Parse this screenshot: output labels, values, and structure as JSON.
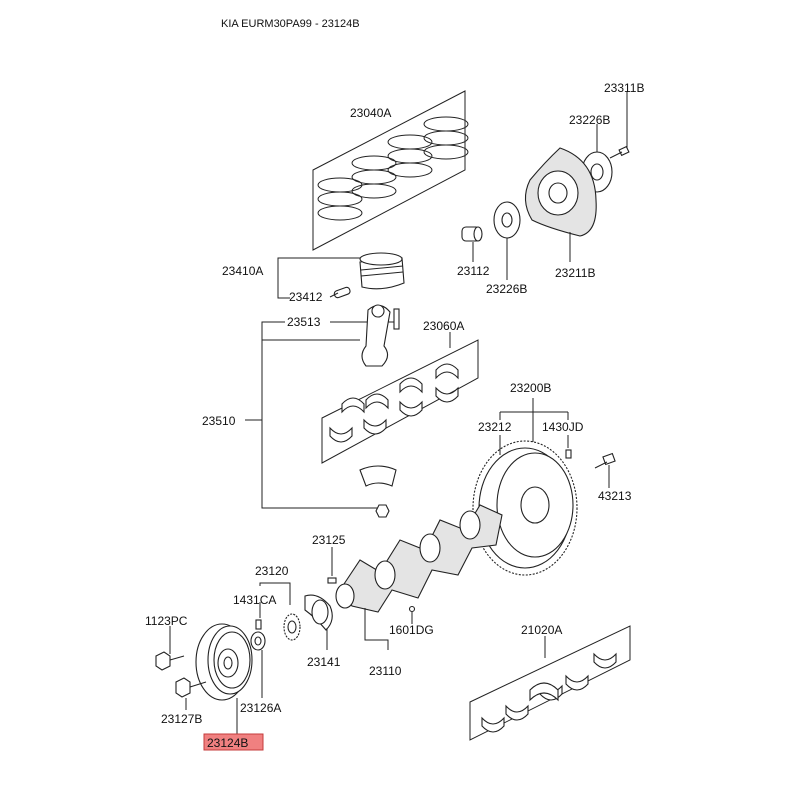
{
  "header": {
    "title": "KIA EURM30PA99 - 23124B"
  },
  "labels": {
    "c23040A": "23040A",
    "c23410A": "23410A",
    "c23412": "23412",
    "c23513": "23513",
    "c23060A": "23060A",
    "c23510": "23510",
    "c23311B": "23311B",
    "c23226B_top": "23226B",
    "c23112": "23112",
    "c23226B_bottom": "23226B",
    "c23211B": "23211B",
    "c23200B": "23200B",
    "c23212": "23212",
    "c1430JD": "1430JD",
    "c43213": "43213",
    "c23125": "23125",
    "c23120": "23120",
    "c1431CA": "1431CA",
    "c1123PC": "1123PC",
    "c1601DG": "1601DG",
    "c23141": "23141",
    "c23110": "23110",
    "c21020A": "21020A",
    "c23127B": "23127B",
    "c23126A": "23126A",
    "c23124B": "23124B"
  },
  "highlight": {
    "part": "23124B",
    "color": "#f08080"
  }
}
